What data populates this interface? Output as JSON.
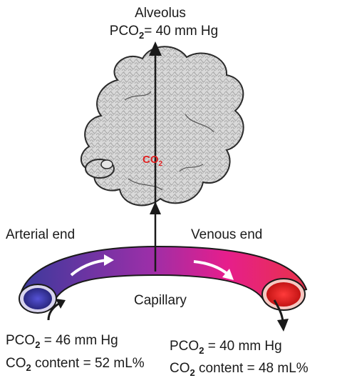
{
  "alveolus": {
    "name": "Alveolus",
    "pco2_prefix": "PCO",
    "pco2_sub": "2",
    "pco2_value": "= 40 mm Hg"
  },
  "center_gas": {
    "symbol": "CO",
    "sub": "2",
    "color": "#e02020"
  },
  "capillary": {
    "label": "Capillary",
    "arterial_end": "Arterial end",
    "venous_end": "Venous end",
    "gradient_colors": [
      "#3b3a9c",
      "#9a2fa8",
      "#e61e8c",
      "#e8324a"
    ]
  },
  "arterial": {
    "pco2_prefix": "PCO",
    "pco2_sub": "2",
    "pco2_value": " = 46 mm Hg",
    "content_prefix": "CO",
    "content_sub": "2",
    "content_value": " content = 52 mL%"
  },
  "venous": {
    "pco2_prefix": "PCO",
    "pco2_sub": "2",
    "pco2_value": " = 40 mm Hg",
    "content_prefix": "CO",
    "content_sub": "2",
    "content_value": " content = 48 mL%"
  }
}
